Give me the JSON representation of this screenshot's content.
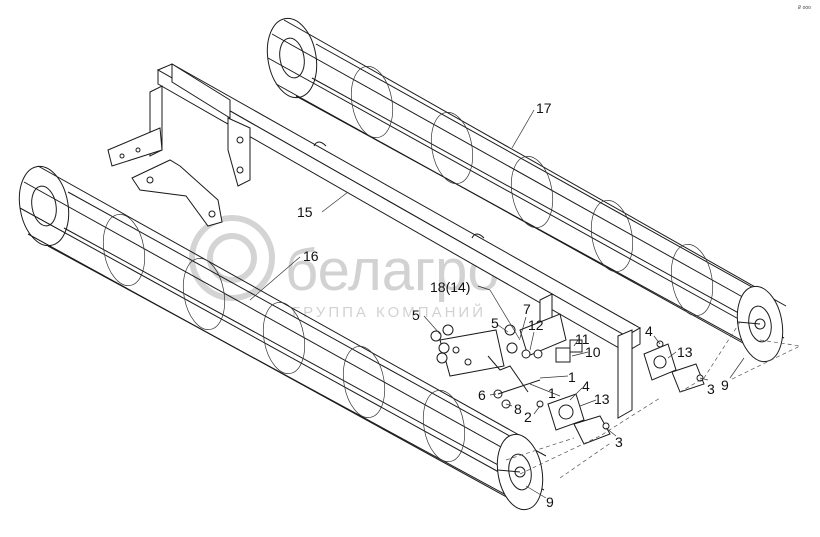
{
  "watermark": {
    "brand": "белагро",
    "tagline": "ГРУППА КОМПАНИЙ"
  },
  "corner_mark": "₽ ooo",
  "callouts": [
    {
      "id": "c17",
      "text": "17"
    },
    {
      "id": "c15",
      "text": "15"
    },
    {
      "id": "c16",
      "text": "16"
    },
    {
      "id": "c18",
      "text": "18(14)"
    },
    {
      "id": "c5a",
      "text": "5"
    },
    {
      "id": "c5b",
      "text": "5"
    },
    {
      "id": "c7",
      "text": "7"
    },
    {
      "id": "c12",
      "text": "12"
    },
    {
      "id": "c11",
      "text": "11"
    },
    {
      "id": "c10",
      "text": "10"
    },
    {
      "id": "c4a",
      "text": "4"
    },
    {
      "id": "c13a",
      "text": "13"
    },
    {
      "id": "c3a",
      "text": "3"
    },
    {
      "id": "c9a",
      "text": "9"
    },
    {
      "id": "c1a",
      "text": "1"
    },
    {
      "id": "c1b",
      "text": "1"
    },
    {
      "id": "c4b",
      "text": "4"
    },
    {
      "id": "c6",
      "text": "6"
    },
    {
      "id": "c8",
      "text": "8"
    },
    {
      "id": "c2",
      "text": "2"
    },
    {
      "id": "c13b",
      "text": "13"
    },
    {
      "id": "c3b",
      "text": "3"
    },
    {
      "id": "c9b",
      "text": "9"
    }
  ]
}
